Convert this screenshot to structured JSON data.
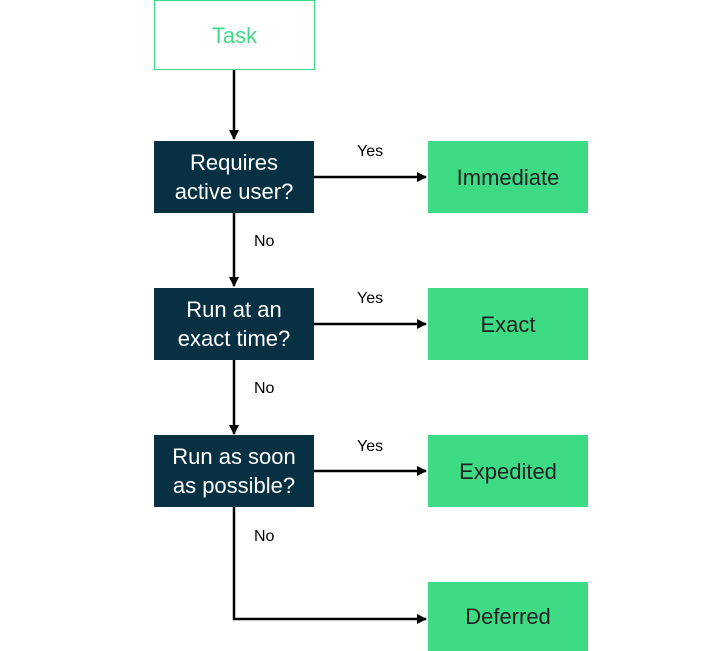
{
  "start": {
    "label": "Task"
  },
  "decisions": [
    {
      "question": "Requires\nactive user?",
      "yes": "Yes",
      "no": "No"
    },
    {
      "question": "Run at an\nexact time?",
      "yes": "Yes",
      "no": "No"
    },
    {
      "question": "Run as soon\nas possible?",
      "yes": "Yes",
      "no": "No"
    }
  ],
  "outcomes": [
    {
      "label": "Immediate"
    },
    {
      "label": "Exact"
    },
    {
      "label": "Expedited"
    },
    {
      "label": "Deferred"
    }
  ],
  "colors": {
    "start_border": "#3ddc84",
    "decision_fill": "#073042",
    "outcome_fill": "#3ddc84",
    "connector": "#000000"
  }
}
